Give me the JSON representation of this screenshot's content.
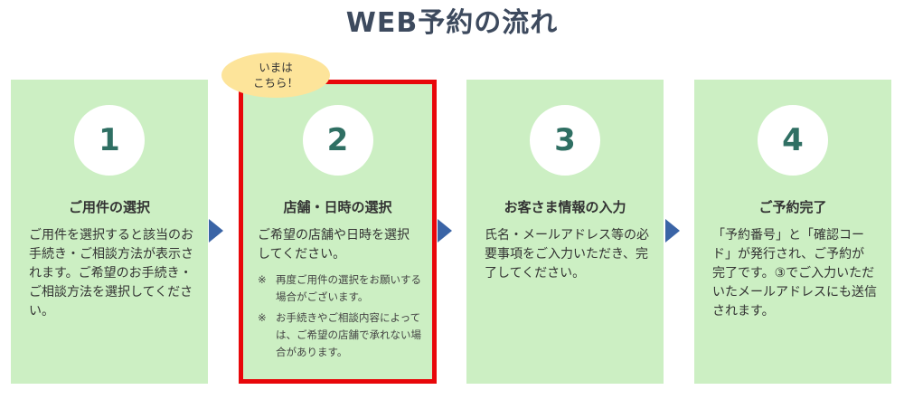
{
  "page_title": "WEB予約の流れ",
  "bubble": {
    "line1": "いまは",
    "line2": "こちら！"
  },
  "steps": [
    {
      "number": "1",
      "title": "ご用件の選択",
      "desc": "ご用件を選択すると該当のお手続き・ご相談方法が表示されます。ご希望のお手続き・ご相談方法を選択してください。"
    },
    {
      "number": "2",
      "title": "店舗・日時の選択",
      "desc": "ご希望の店舗や日時を選択してください。",
      "notes": [
        {
          "mark": "※",
          "text": "再度ご用件の選択をお願いする場合がございます。"
        },
        {
          "mark": "※",
          "text": "お手続きやご相談内容によっては、ご希望の店舗で承れない場合があります。"
        }
      ]
    },
    {
      "number": "3",
      "title": "お客さま情報の入力",
      "desc": "氏名・メールアドレス等の必要事項をご入力いただき、完了してください。"
    },
    {
      "number": "4",
      "title": "ご予約完了",
      "desc": "「予約番号」と「確認コード」が発行され、ご予約が完了です。③でご入力いただいたメールアドレスにも送信されます。"
    }
  ],
  "colors": {
    "card_bg": "#ccefc3",
    "active_border": "#e8070a",
    "arrow": "#3a64a6",
    "bubble": "#fde49a",
    "number": "#2f6f63",
    "title": "#3d4a5e"
  }
}
